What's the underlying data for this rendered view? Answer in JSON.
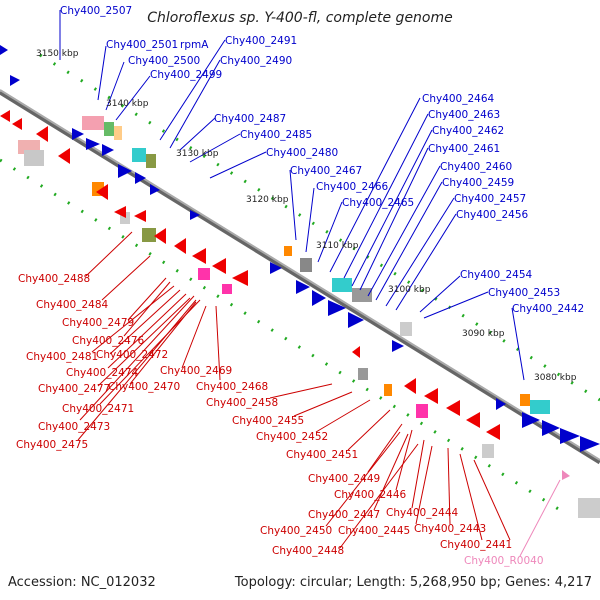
{
  "title": "Chloroflexus sp. Y-400-fl, complete genome",
  "footer": {
    "accession": "Accession: NC_012032",
    "summary": "Topology: circular; Length: 5,268,950 bp; Genes: 4,217"
  },
  "scale_labels": [
    "3150 kbp",
    "3140 kbp",
    "3130 kbp",
    "3120 kbp",
    "3110 kbp",
    "3100 kbp",
    "3090 kbp",
    "3080 kbp"
  ],
  "top_genes": [
    "Chy400_2507",
    "Chy400_2501",
    "rpmA",
    "Chy400_2500",
    "Chy400_2499",
    "Chy400_2491",
    "Chy400_2490",
    "Chy400_2487",
    "Chy400_2485",
    "Chy400_2480",
    "Chy400_2467",
    "Chy400_2466",
    "Chy400_2465",
    "Chy400_2464",
    "Chy400_2463",
    "Chy400_2462",
    "Chy400_2461",
    "Chy400_2460",
    "Chy400_2459",
    "Chy400_2457",
    "Chy400_2456",
    "Chy400_2454",
    "Chy400_2453",
    "Chy400_2442"
  ],
  "bottom_genes": [
    "Chy400_2488",
    "Chy400_2484",
    "Chy400_2479",
    "Chy400_2476",
    "Chy400_2481",
    "Chy400_2472",
    "Chy400_2474",
    "Chy400_2477",
    "Chy400_2470",
    "Chy400_2469",
    "Chy400_2471",
    "Chy400_2468",
    "Chy400_2473",
    "Chy400_2475",
    "Chy400_2458",
    "Chy400_2455",
    "Chy400_2452",
    "Chy400_2451",
    "Chy400_2449",
    "Chy400_2446",
    "Chy400_2447",
    "Chy400_2444",
    "Chy400_2450",
    "Chy400_2445",
    "Chy400_2443",
    "Chy400_2448",
    "Chy400_2441",
    "Chy400_R0040"
  ],
  "colors": {
    "forward": "#0000cc",
    "reverse": "#cc0000",
    "rna": "#ee88bb",
    "backbone": "#888888",
    "gc": "#22aa22"
  }
}
